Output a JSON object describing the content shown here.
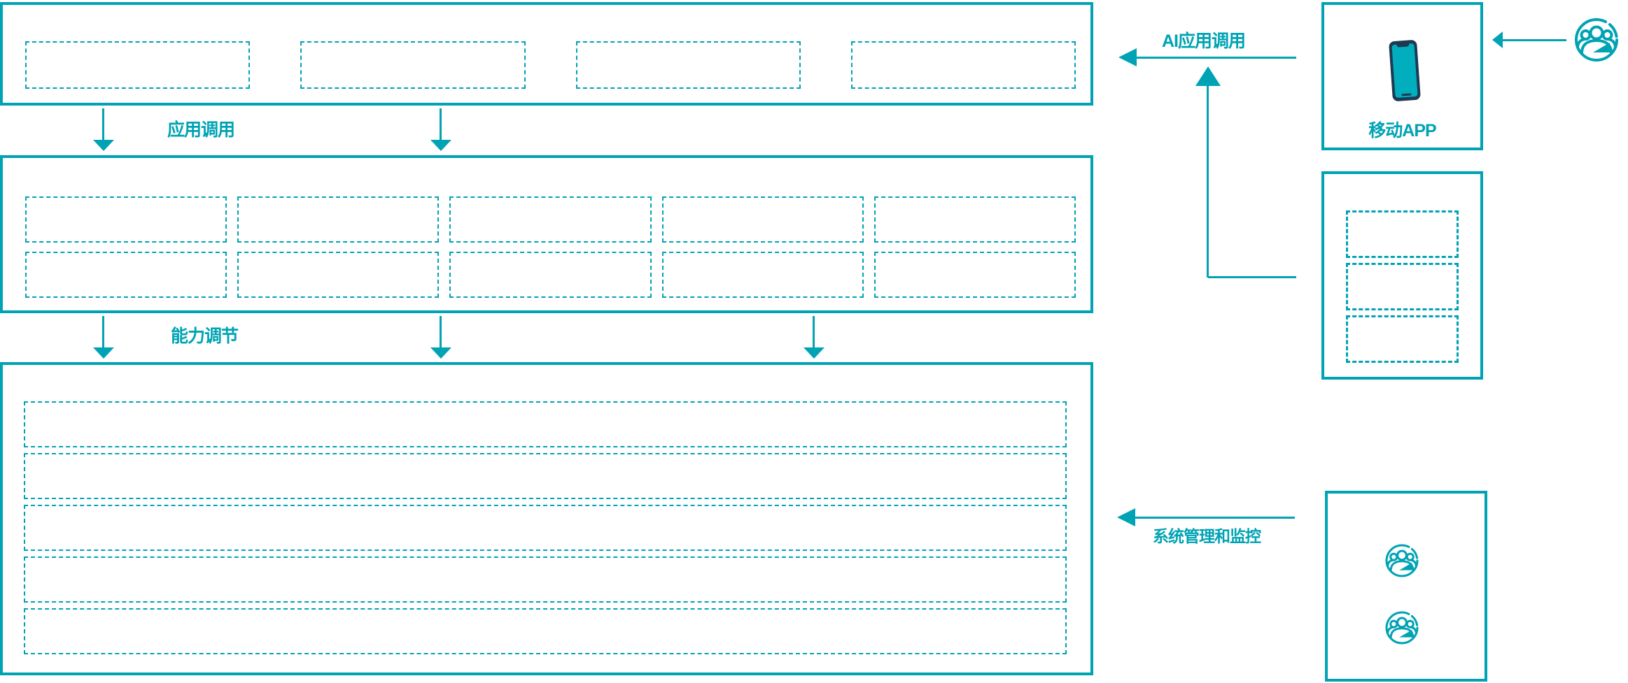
{
  "colors": {
    "accent": "#00A3B4",
    "phone_body": "#1D3A52",
    "phone_screen": "#00AEBE",
    "background": "#FFFFFF"
  },
  "panels": {
    "application_layer": {
      "placeholder_count": 4
    },
    "capability_layer": {
      "rows": 2,
      "columns": 5,
      "cell_count": 10
    },
    "platform_layer": {
      "row_count": 5
    },
    "mobile_app": {
      "label": "移动APP",
      "icon": "smartphone-icon"
    },
    "app_access": {
      "placeholder_count": 3
    },
    "operators": {
      "icon": "users-group-icon",
      "icon_count": 2
    }
  },
  "connectors": {
    "app_call": {
      "label": "应用调用",
      "direction": "down",
      "arrow_count": 2
    },
    "capability_adjust": {
      "label": "能力调节",
      "direction": "down",
      "arrow_count": 3
    },
    "ai_app_call": {
      "label": "AI应用调用",
      "direction": "left"
    },
    "system_monitor": {
      "label": "系统管理和监控",
      "direction": "left"
    },
    "user_to_app": {
      "direction": "left"
    }
  },
  "icons": {
    "top_right_user": "users-group-icon"
  }
}
